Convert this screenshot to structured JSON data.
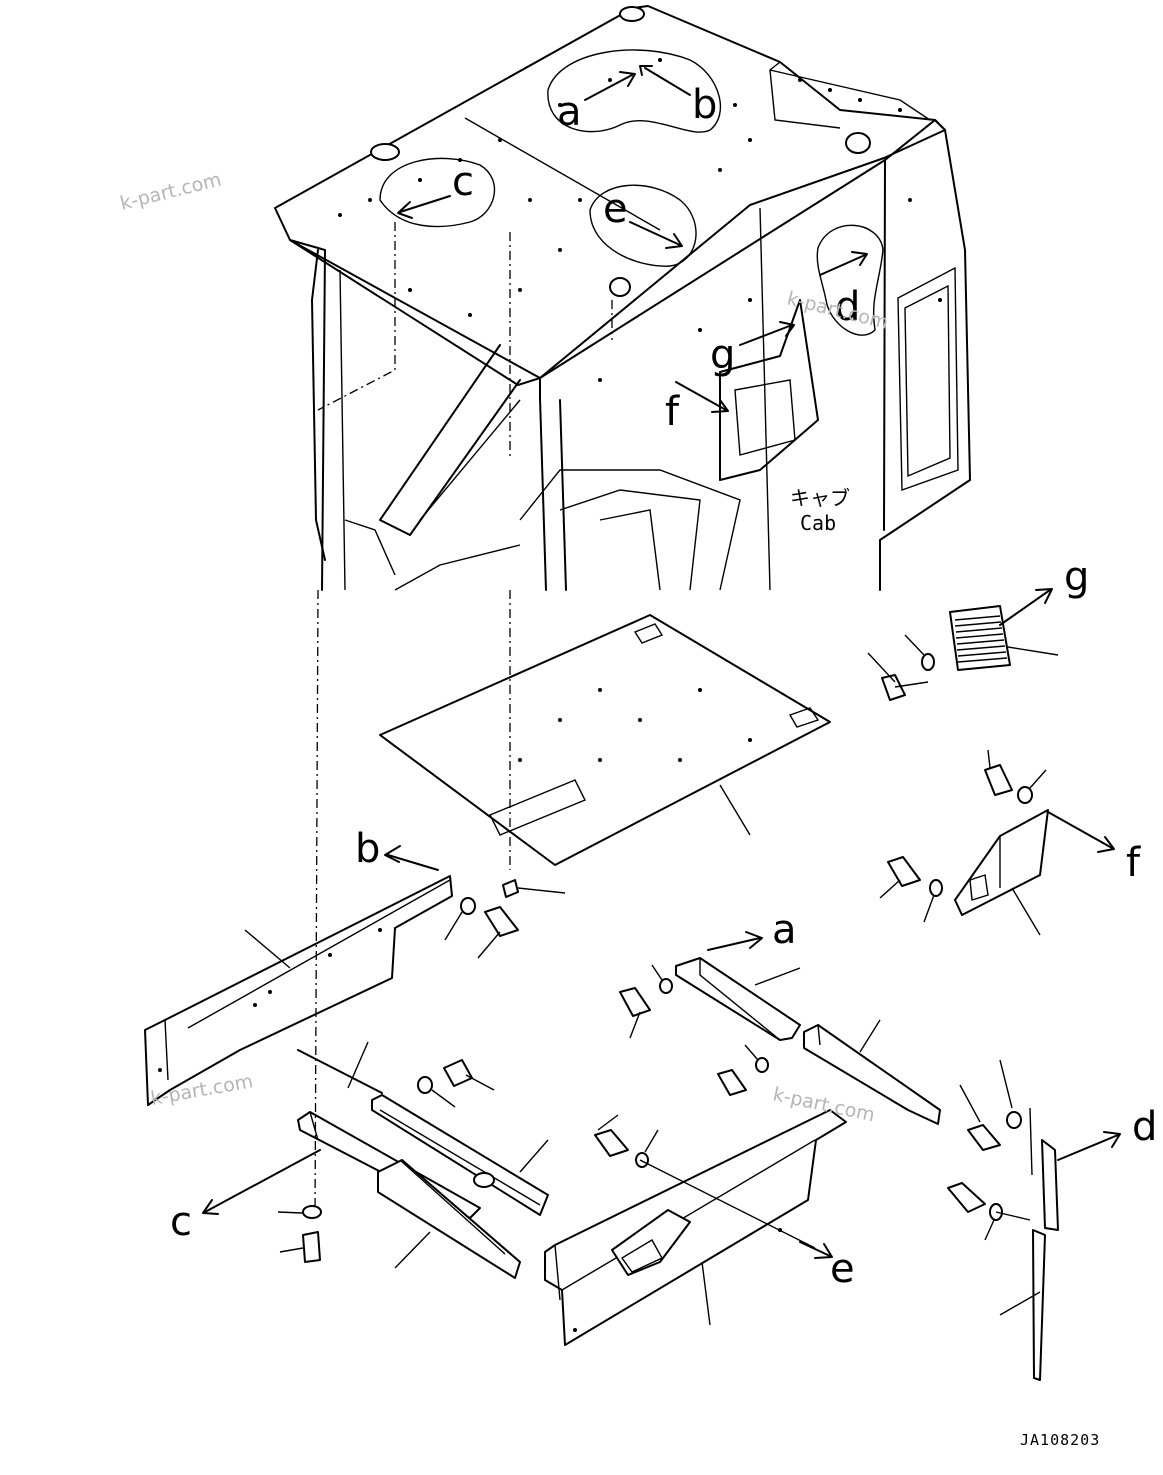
{
  "callouts": {
    "a": "a",
    "b": "b",
    "c": "c",
    "d": "d",
    "e": "e",
    "f": "f",
    "g": "g"
  },
  "cab_label_jp": "キャブ",
  "cab_label_en": "Cab",
  "drawing_code": "JA108203",
  "watermark": "k-part.com"
}
